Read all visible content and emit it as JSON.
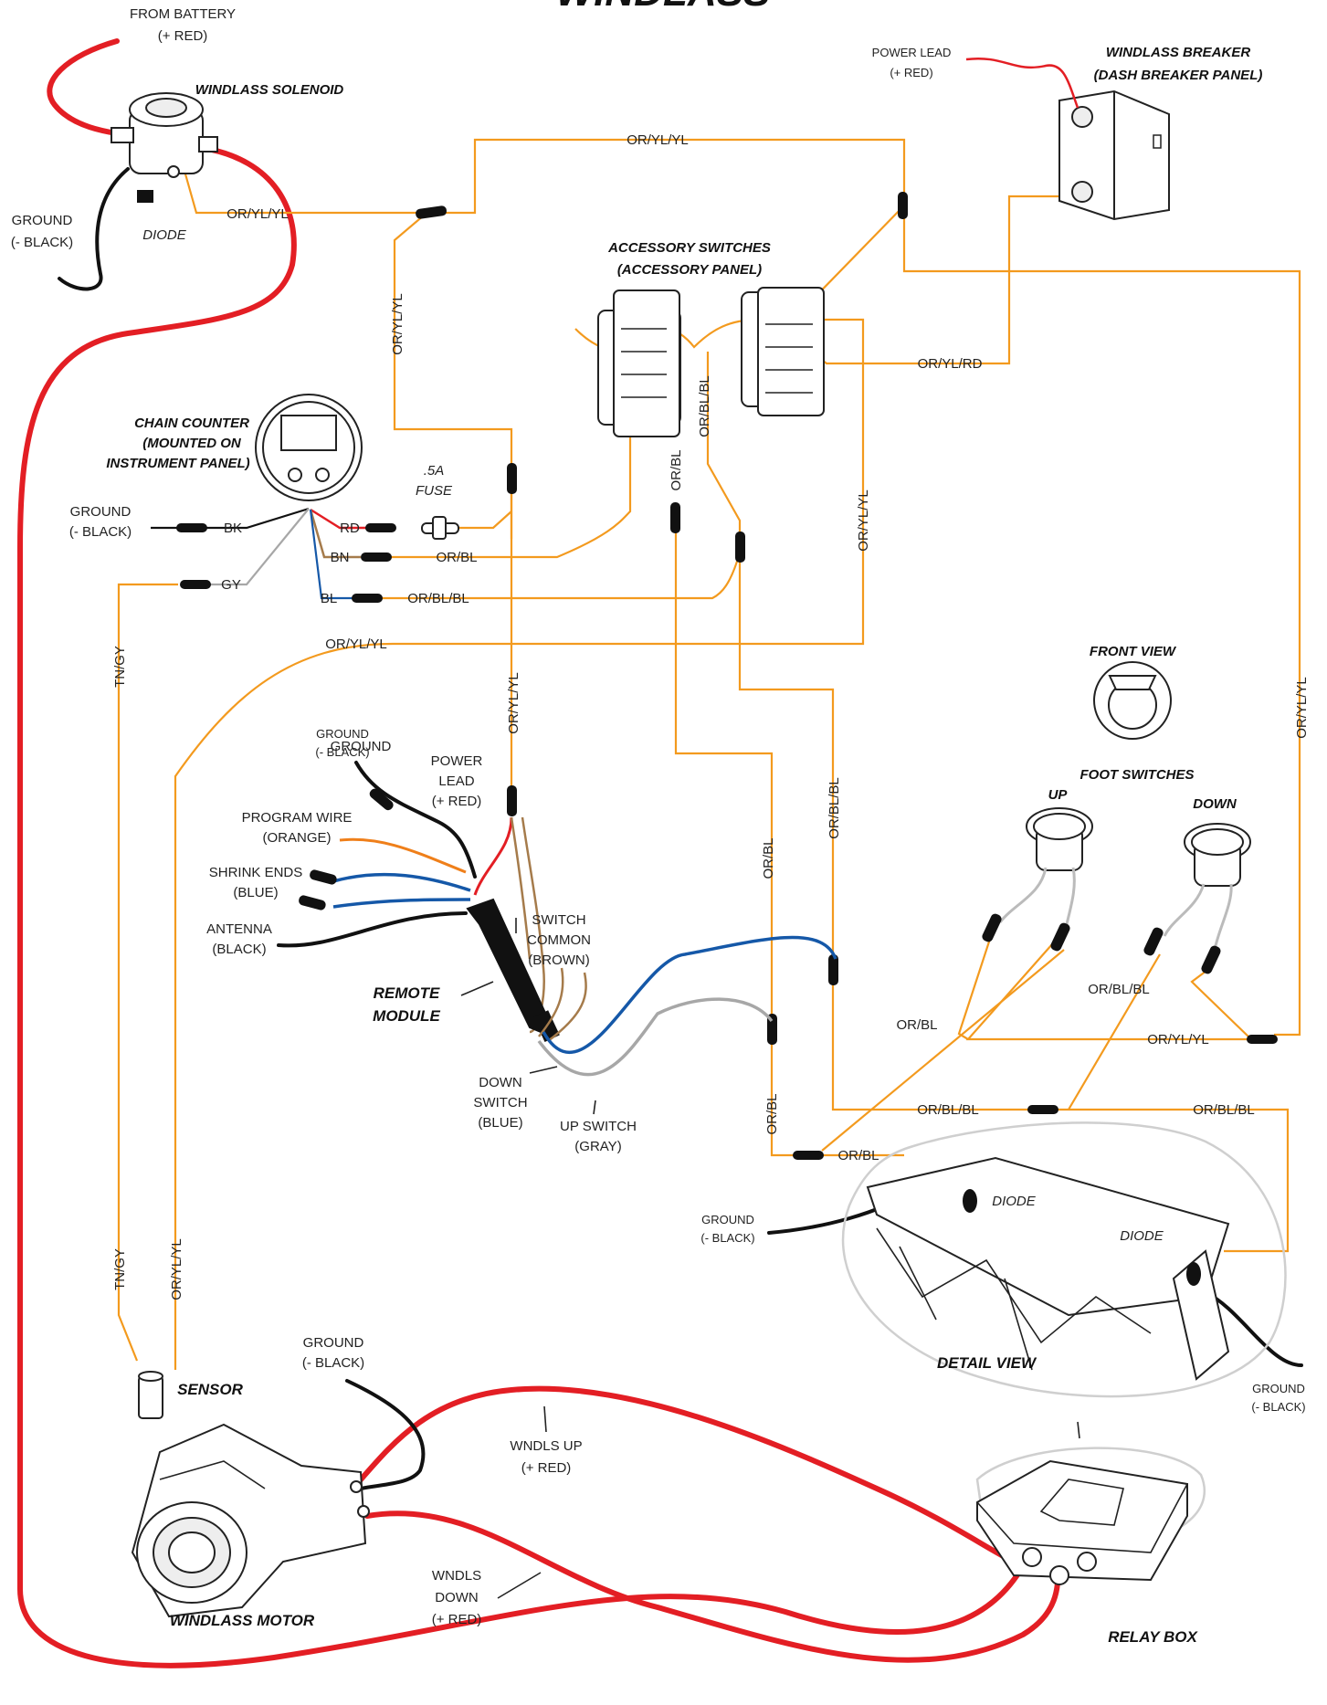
{
  "title": "WINDLASS",
  "components": {
    "windlass_solenoid": "WINDLASS SOLENOID",
    "windlass_breaker_line1": "WINDLASS  BREAKER",
    "windlass_breaker_line2": "(DASH BREAKER PANEL)",
    "accessory_switches_line1": "ACCESSORY SWITCHES",
    "accessory_switches_line2": "(ACCESSORY PANEL)",
    "chain_counter_line1": "CHAIN COUNTER",
    "chain_counter_line2": "(MOUNTED ON",
    "chain_counter_line3": "INSTRUMENT PANEL)",
    "remote_module_line1": "REMOTE",
    "remote_module_line2": "MODULE",
    "front_view": "FRONT VIEW",
    "foot_switches": "FOOT SWITCHES",
    "up": "UP",
    "down": "DOWN",
    "detail_view": "DETAIL VIEW",
    "sensor": "SENSOR",
    "windlass_motor": "WINDLASS MOTOR",
    "relay_box": "RELAY BOX"
  },
  "labels": {
    "from_battery_line1": "FROM BATTERY",
    "from_battery_line2": "(+ RED)",
    "ground_line1": "GROUND",
    "ground_line2": "(- BLACK)",
    "diode": "DIODE",
    "power_lead": "POWER LEAD",
    "power_lead_red": "(+ RED)",
    "fuse_line1": ".5A",
    "fuse_line2": "FUSE",
    "program_wire_line1": "PROGRAM WIRE",
    "program_wire_line2": "(ORANGE)",
    "shrink_ends_line1": "SHRINK ENDS",
    "shrink_ends_line2": "(BLUE)",
    "antenna_line1": "ANTENNA",
    "antenna_line2": "(BLACK)",
    "power_line1": "POWER",
    "power_line2": "LEAD",
    "power_line3": "(+ RED)",
    "switch_common_line1": "SWITCH",
    "switch_common_line2": "COMMON",
    "switch_common_line3": "(BROWN)",
    "down_switch_line1": "DOWN",
    "down_switch_line2": "SWITCH",
    "down_switch_line3": "(BLUE)",
    "up_switch_line1": "UP SWITCH",
    "up_switch_line2": "(GRAY)",
    "wndls_up_line1": "WNDLS UP",
    "wndls_up_line2": "(+ RED)",
    "wndls_down_line1": "WNDLS",
    "wndls_down_line2": "DOWN",
    "wndls_down_line3": "(+ RED)"
  },
  "wires": {
    "or_yl_yl": "OR/YL/YL",
    "or_yl_rd": "OR/YL/RD",
    "or_bl": "OR/BL",
    "or_bl_bl": "OR/BL/BL",
    "tn_gy": "TN/GY",
    "bk": "BK",
    "gy": "GY",
    "rd": "RD",
    "bn": "BN",
    "bl": "BL"
  },
  "colors": {
    "orange_wire": "#f39a1e",
    "red_cable": "#e31e24",
    "black_wire": "#111111",
    "blue_wire": "#1558a8",
    "gray_wire": "#a7a7a7",
    "brown_wire": "#a57b4b"
  }
}
